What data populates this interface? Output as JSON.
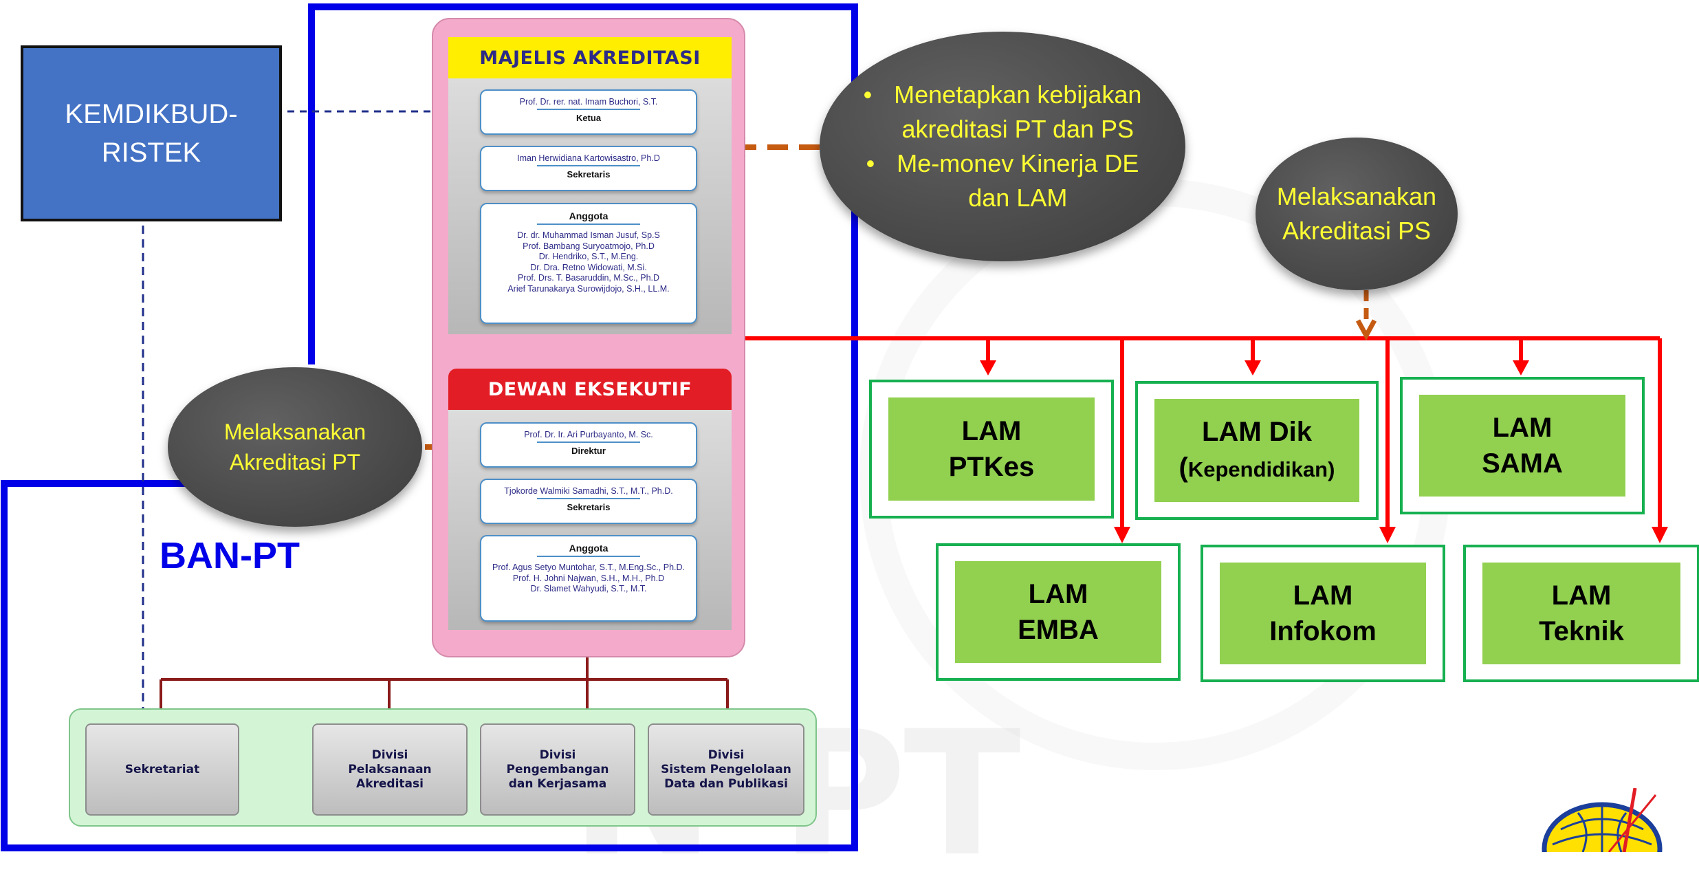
{
  "government": {
    "label_line1": "KEMDIKBUD-",
    "label_line2": "RISTEK"
  },
  "ban_pt": {
    "label": "BAN-PT"
  },
  "majelis": {
    "header": "MAJELIS AKREDITASI",
    "chair": {
      "name": "Prof. Dr. rer. nat. Imam Buchori, S.T.",
      "role": "Ketua"
    },
    "secretary": {
      "name": "Iman Herwidiana Kartowisastro, Ph.D",
      "role": "Sekretaris"
    },
    "members_title": "Anggota",
    "members": [
      "Dr. dr. Muhammad Isman Jusuf, Sp.S",
      "Prof. Bambang Suryoatmojo, Ph.D",
      "Dr. Hendriko, S.T., M.Eng.",
      "Dr. Dra. Retno Widowati, M.Si.",
      "Prof. Drs. T. Basaruddin, M.Sc., Ph.D",
      "Arief Tarunakarya Surowijdojo, S.H., LL.M."
    ]
  },
  "dewan": {
    "header": "DEWAN EKSEKUTIF",
    "director": {
      "name": "Prof. Dr. Ir. Ari Purbayanto, M. Sc.",
      "role": "Direktur"
    },
    "secretary": {
      "name": "Tjokorde Walmiki Samadhi, S.T., M.T., Ph.D.",
      "role": "Sekretaris"
    },
    "members_title": "Anggota",
    "members": [
      "Prof. Agus Setyo Muntohar, S.T., M.Eng.Sc., Ph.D.",
      "Prof. H. Johni Najwan, S.H., M.H., Ph.D",
      "Dr. Slamet Wahyudi, S.T., M.T."
    ]
  },
  "callouts": {
    "policy": {
      "bullet1_line1": "Menetapkan kebijakan",
      "bullet1_line2": "akreditasi PT dan PS",
      "bullet2_line1": "Me-monev Kinerja DE",
      "bullet2_line2": "dan LAM"
    },
    "ps": {
      "line1": "Melaksanakan",
      "line2": "Akreditasi PS"
    },
    "pt": {
      "line1": "Melaksanakan",
      "line2": "Akreditasi PT"
    }
  },
  "divisions": {
    "sekretariat": "Sekretariat",
    "pelaksanaan": [
      "Divisi",
      "Pelaksanaan",
      "Akreditasi"
    ],
    "pengembangan": [
      "Divisi",
      "Pengembangan",
      "dan Kerjasama"
    ],
    "sistem": [
      "Divisi",
      "Sistem Pengelolaan",
      "Data dan Publikasi"
    ]
  },
  "lams": {
    "ptkes": [
      "LAM",
      "PTKes"
    ],
    "dik": [
      "LAM Dik",
      "(",
      "Kependidikan)"
    ],
    "sama": [
      "LAM",
      "SAMA"
    ],
    "emba": [
      "LAM",
      "EMBA"
    ],
    "infokom": [
      "LAM",
      "Infokom"
    ],
    "teknik": [
      "LAM",
      "Teknik"
    ]
  },
  "colors": {
    "ban_pt_frame": "#0000e8",
    "kemdikbud_box": "#4472c4",
    "lam_border": "#16b050",
    "lam_fill": "#92d050",
    "red_connector": "#ff0000",
    "dark_red_connector": "#8b1a1a",
    "orange_arrow": "#c55a11",
    "callout_text": "#ffff33"
  }
}
